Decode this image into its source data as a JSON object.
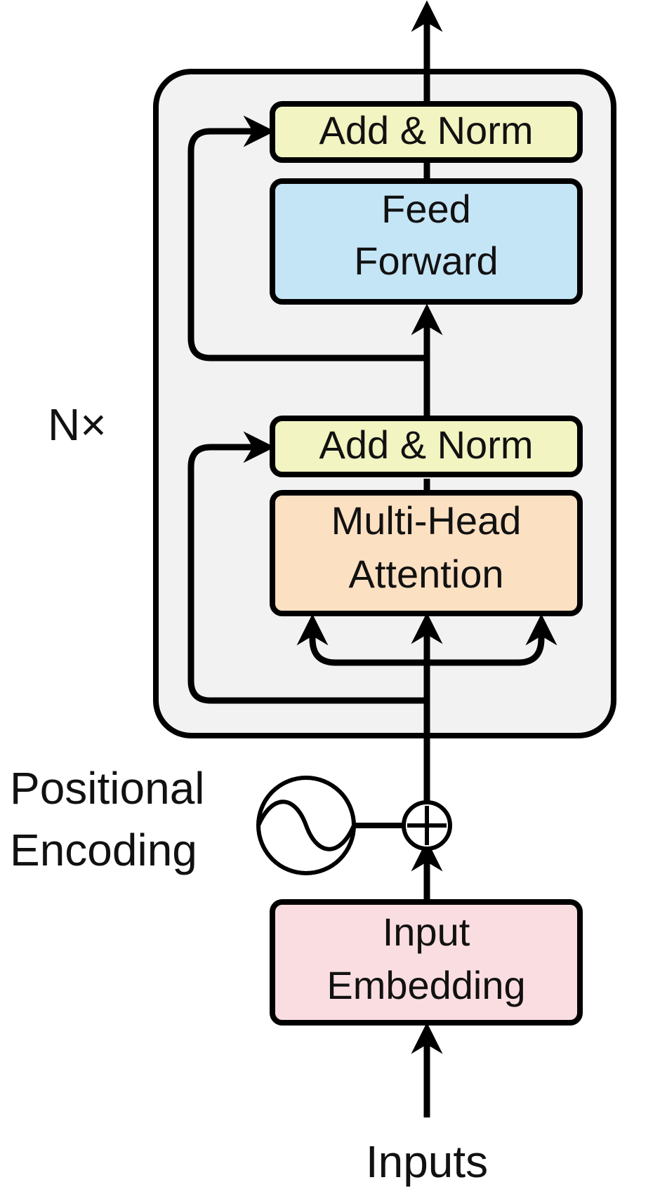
{
  "diagram": {
    "repeat_label": "N×",
    "positional_label": {
      "line1": "Positional",
      "line2": "Encoding"
    },
    "inputs_label": "Inputs",
    "blocks": {
      "add_norm_top": {
        "label": "Add & Norm",
        "color": "#F2F4C1"
      },
      "feed_forward": {
        "line1": "Feed",
        "line2": "Forward",
        "color": "#C4E5F6"
      },
      "add_norm_bottom": {
        "label": "Add & Norm",
        "color": "#F2F4C1"
      },
      "multi_head_attention": {
        "line1": "Multi-Head",
        "line2": "Attention",
        "color": "#FCE0C2"
      },
      "input_embedding": {
        "line1": "Input",
        "line2": "Embedding",
        "color": "#FADDE1"
      }
    },
    "container_color": "#F2F2F2",
    "stroke_color": "#000000",
    "icons": {
      "sum": "circled-plus-icon",
      "positional": "sine-wave-circle-icon"
    }
  }
}
